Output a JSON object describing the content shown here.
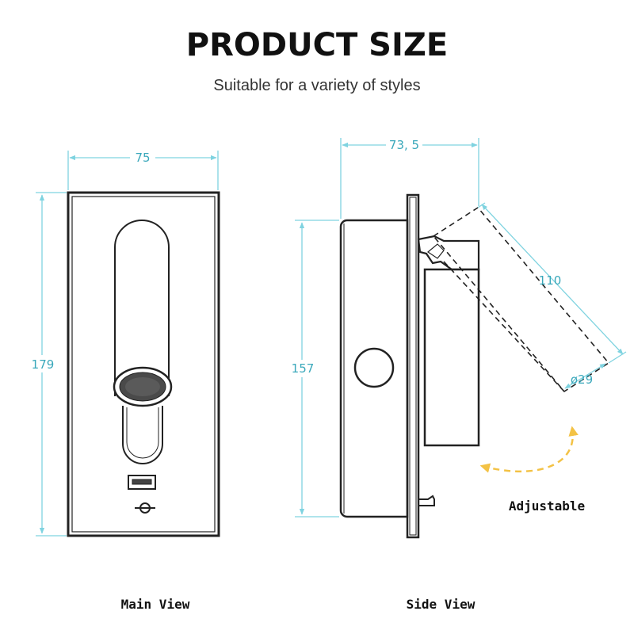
{
  "header": {
    "title": "PRODUCT SIZE",
    "subtitle": "Suitable for a variety of styles"
  },
  "dimensions": {
    "main_width": "75",
    "main_height": "179",
    "side_depth": "73, 5",
    "side_height": "157",
    "arm_length": "110",
    "head_diameter": "ø29"
  },
  "labels": {
    "adjustable": "Adjustable",
    "main_view": "Main View",
    "side_view": "Side View"
  },
  "colors": {
    "dimension_line": "#7fd3e0",
    "outline": "#222222",
    "arrow": "#f3c245"
  }
}
